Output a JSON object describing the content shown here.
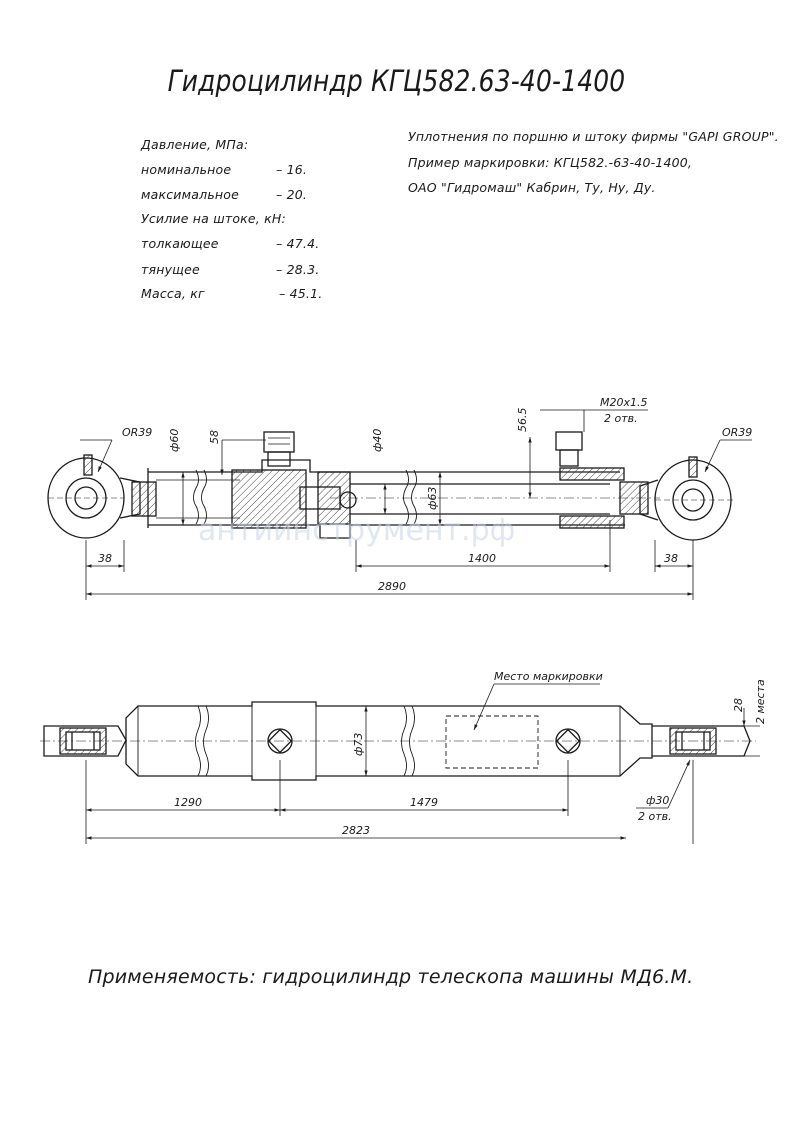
{
  "title": "Гидроцилиндр КГЦ582.63-40-1400",
  "specs": {
    "pressure_header": "Давление, МПа:",
    "nominal_label": "номинальное",
    "nominal_value": "– 16.",
    "max_label": "максимальное",
    "max_value": "– 20.",
    "force_header": "Усилие на штоке, кН:",
    "push_label": "толкающее",
    "push_value": "– 47.4.",
    "pull_label": "тянущее",
    "pull_value": "– 28.3.",
    "mass_label": "Масса, кг",
    "mass_value": "– 45.1."
  },
  "notes": {
    "line1": "Уплотнения по поршню и штоку фирмы \"GAPI GROUP\".",
    "line2": "Пример маркировки: КГЦ582.-63-40-1400,",
    "line3": "ОАО \"Гидромаш\" Кабрин, Ту, Ну, Ду."
  },
  "view1": {
    "or_left": "OR39",
    "or_right": "OR39",
    "d60": "ф60",
    "d58": "58",
    "d40": "ф40",
    "d63": "ф63",
    "d56_5": "56.5",
    "thread": "M20x1.5",
    "thread_qty": "2 отв.",
    "dim_38_left": "38",
    "dim_1400": "1400",
    "dim_38_right": "38",
    "dim_2890": "2890"
  },
  "view2": {
    "marking_place": "Место маркировки",
    "d73": "ф73",
    "dim_28": "28",
    "places": "2 места",
    "dim_1290": "1290",
    "dim_1479": "1479",
    "d30": "ф30",
    "d30_qty": "2 отв.",
    "dim_2823": "2823"
  },
  "watermark": "антиинструмент.рф",
  "footer": "Применяемость:  гидроцилиндр телескопа машины МД6.М."
}
